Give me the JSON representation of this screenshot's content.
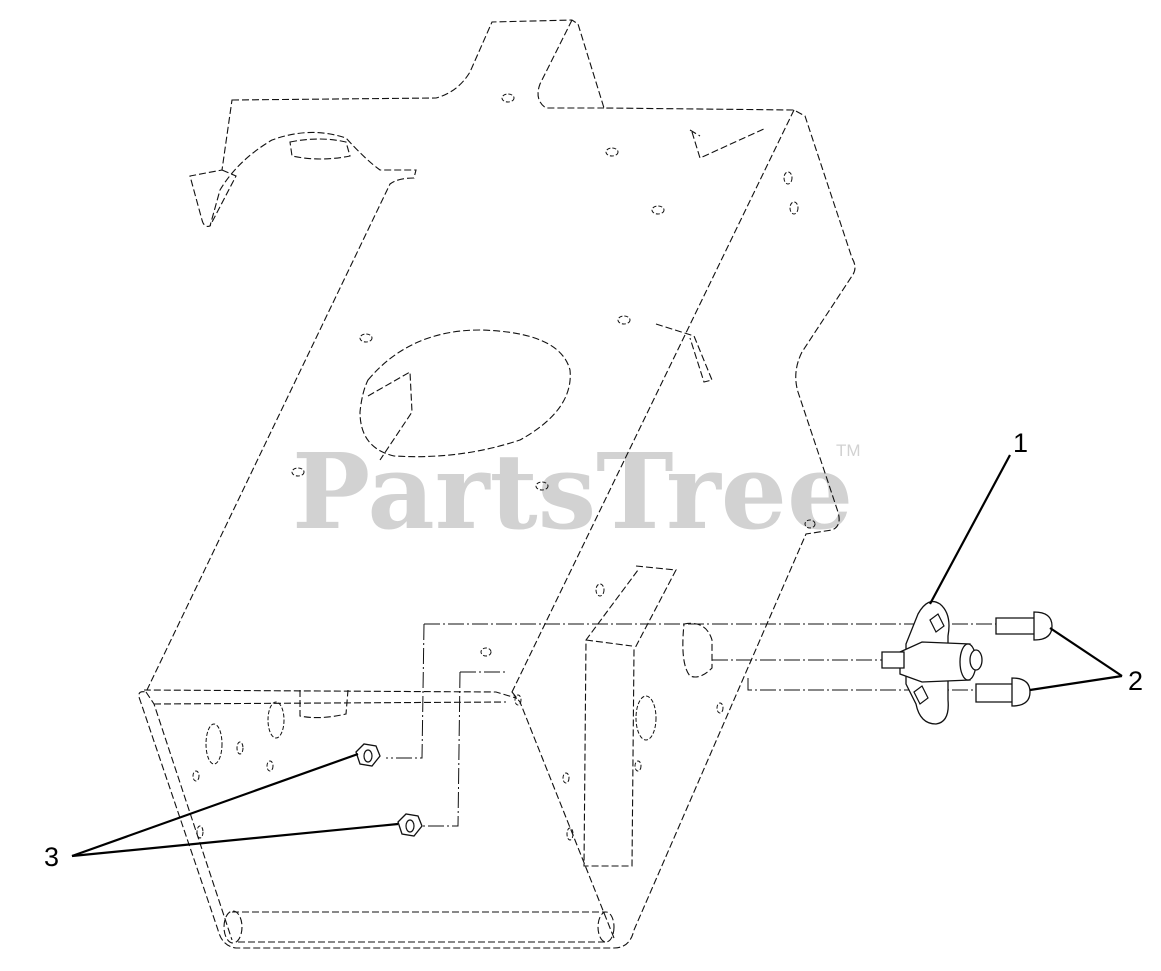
{
  "watermark": {
    "brand": "PartsTree",
    "trademark": "TM"
  },
  "callouts": [
    {
      "number": "1",
      "part": "rod-end-bearing-assembly"
    },
    {
      "number": "2",
      "part": "carriage-bolts"
    },
    {
      "number": "3",
      "part": "flange-lock-nuts"
    }
  ],
  "colors": {
    "line": "#111111",
    "watermark": "#d2d2d2",
    "background": "#ffffff"
  }
}
